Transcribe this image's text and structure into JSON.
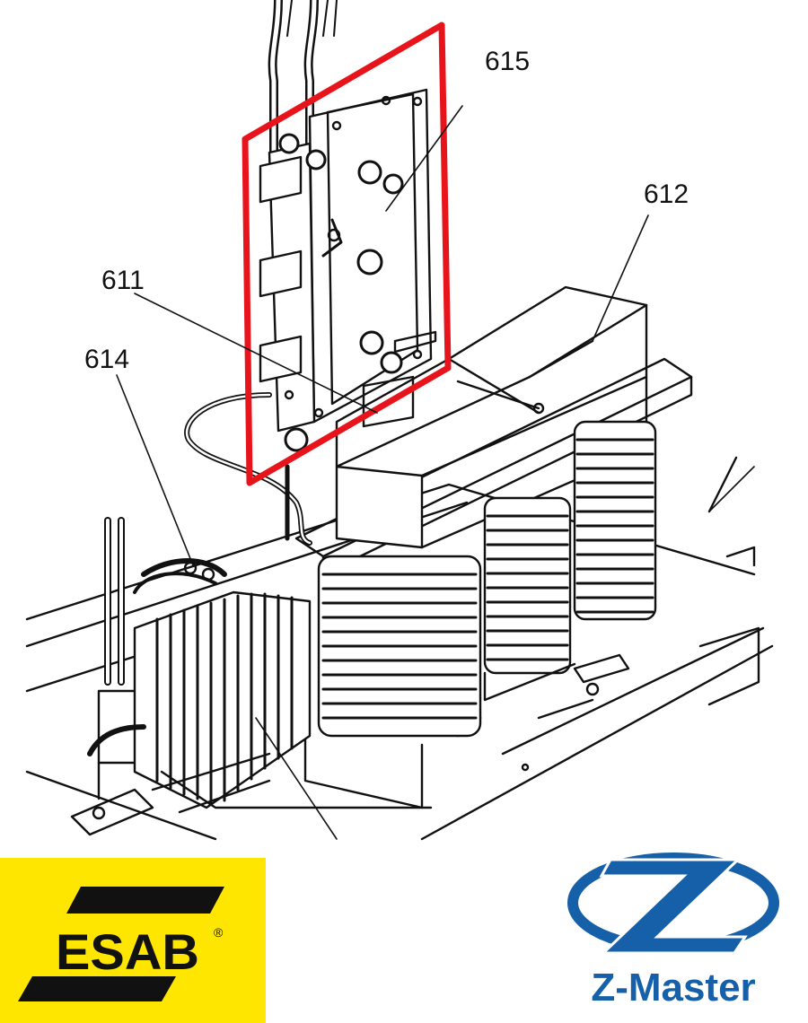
{
  "callouts": {
    "part_615": "615",
    "part_612": "612",
    "part_611": "611",
    "part_614": "614"
  },
  "highlight": {
    "color": "#e8141c"
  },
  "logos": {
    "esab": {
      "text": "ESAB",
      "registered_mark": "®",
      "background": "#ffe600",
      "ink": "#111111"
    },
    "zmaster": {
      "text": "Z-Master",
      "color": "#1560a8"
    }
  },
  "line_color": "#111111"
}
